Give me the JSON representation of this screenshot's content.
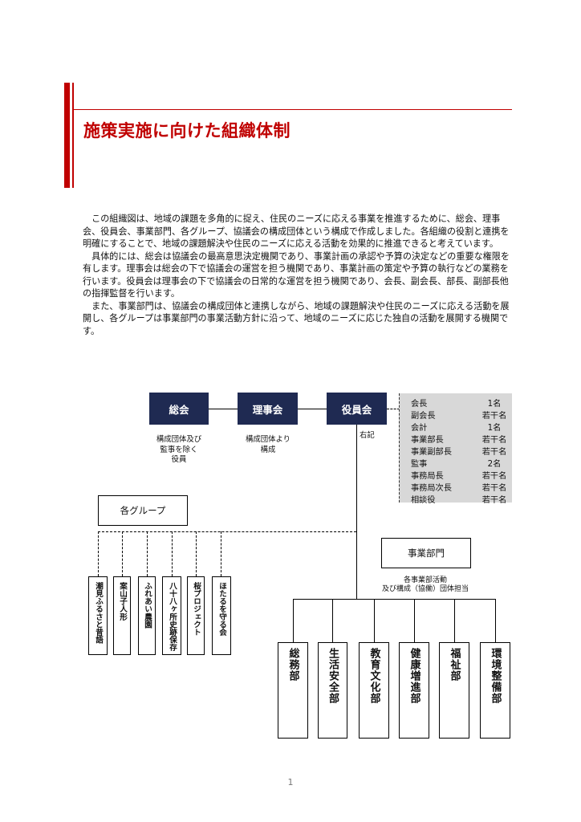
{
  "colors": {
    "accent": "#c00000",
    "navy": "#1f2a52",
    "roster_bg": "#d8d8d8"
  },
  "header": {
    "title": "施策実施に向けた組織体制"
  },
  "intro": [
    "この組織図は、地域の課題を多角的に捉え、住民のニーズに応える事業を推進するために、総会、理事会、役員会、事業部門、各グループ、協議会の構成団体という構成で作成しました。各組織の役割と連携を明確にすることで、地域の課題解決や住民のニーズに応える活動を効果的に推進できると考えています。",
    "具体的には、総会は協議会の最高意思決定機関であり、事業計画の承認や予算の決定などの重要な権限を有します。理事会は総会の下で協議会の運営を担う機関であり、事業計画の策定や予算の執行などの業務を行います。役員会は理事会の下で協議会の日常的な運営を担う機関であり、会長、副会長、部長、副部長他の指揮監督を行います。",
    "また、事業部門は、協議会の構成団体と連携しながら、地域の課題解決や住民のニーズに応える活動を展開し、各グループは事業部門の事業活動方針に沿って、地域のニーズに応じた独自の活動を展開する機関です。"
  ],
  "org": {
    "top": [
      {
        "label": "総会",
        "note": [
          "構成団体及び",
          "監事を除く",
          "役員"
        ]
      },
      {
        "label": "理事会",
        "note": [
          "構成団体より",
          "構成"
        ]
      },
      {
        "label": "役員会",
        "note": [
          "右記"
        ]
      }
    ],
    "roster": [
      {
        "role": "会長",
        "count": "1名"
      },
      {
        "role": "副会長",
        "count": "若干名"
      },
      {
        "role": "会計",
        "count": "1名"
      },
      {
        "role": "事業部長",
        "count": "若干名"
      },
      {
        "role": "事業副部長",
        "count": "若干名"
      },
      {
        "role": "監事",
        "count": "2名"
      },
      {
        "role": "事務局長",
        "count": "若干名"
      },
      {
        "role": "事務局次長",
        "count": "若干名"
      },
      {
        "role": "相談役",
        "count": "若干名"
      }
    ],
    "groups_label": "各グループ",
    "groups": [
      "潮見ふるさと昔語",
      "案山子人形",
      "ふれあい農園",
      "八十八ヶ所史跡保存",
      "桜プロジェクト",
      "ほたるを守る会"
    ],
    "business_label": "事業部門",
    "business_note": [
      "各事業部活動",
      "及び構成（協働）団体担当"
    ],
    "departments": [
      "総務部",
      "生活安全部",
      "教育文化部",
      "健康増進部",
      "福祉部",
      "環境整備部"
    ]
  },
  "footer": {
    "page": "1"
  }
}
